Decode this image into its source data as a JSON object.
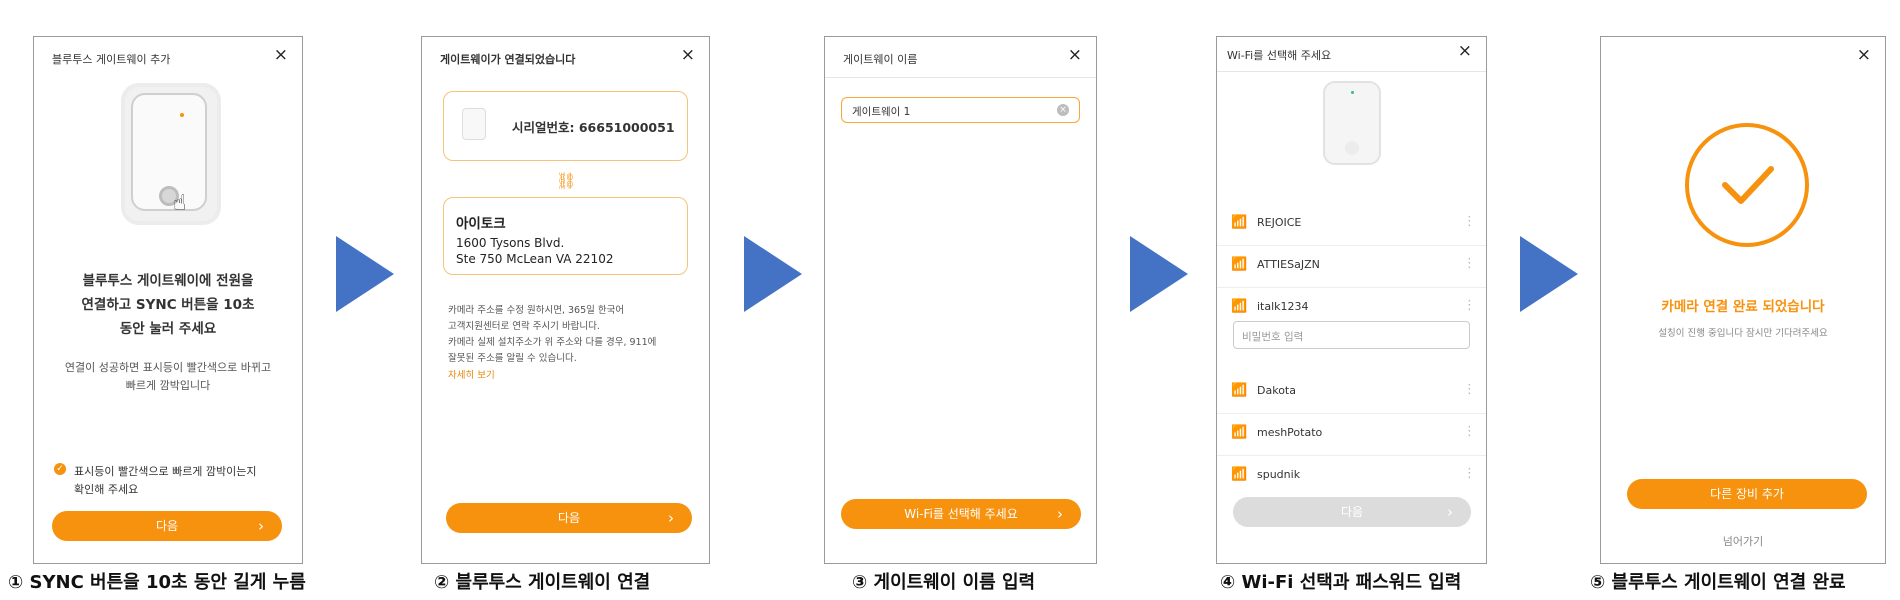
{
  "screen1": {
    "title": "블루투스 게이트웨이 추가",
    "close": "×",
    "main_msg_1": "블루투스 게이트웨이에 전원을",
    "main_msg_2": "연결하고 SYNC 버튼을 10초",
    "main_msg_3": "동안 눌러 주세요",
    "sub_msg_1": "연결이 성공하면 표시등이 빨간색으로 바뀌고",
    "sub_msg_2": "빠르게 깜박입니다",
    "check_1": "표시등이 빨간색으로 빠르게 깜박이는지",
    "check_2": "확인해 주세요",
    "next": "다음"
  },
  "screen2": {
    "title": "게이트웨이가 연결되었습니다",
    "close": "×",
    "serial": "시리얼번호: 66651000051",
    "addr_name": "아이토크",
    "addr_line1": "1600 Tysons Blvd.",
    "addr_line2": "Ste 750 McLean VA 22102",
    "notice_1": "카메라 주소를 수정 원하시면, 365일 한국어",
    "notice_2": "고객지원센터로 연락 주시기 바랍니다.",
    "notice_3": "카메라 실제 설치주소가 위 주소와 다를 경우, 911에",
    "notice_4": "잘못된 주소를 알릴 수 있습니다.",
    "more": "자세히 보기",
    "next": "다음"
  },
  "screen3": {
    "title": "게이트웨이 이름",
    "close": "×",
    "name_value": "게이트웨이 1",
    "wifi_btn": "Wi-Fi를 선택해 주세요"
  },
  "screen4": {
    "title": "Wi-Fi를 선택해 주세요",
    "close": "×",
    "networks_top": [
      "REJOICE",
      "ATTIESaJZN",
      "italk1234"
    ],
    "password_placeholder": "비밀번호 입력",
    "networks_bottom": [
      "Dakota",
      "meshPotato",
      "spudnik"
    ],
    "next": "다음"
  },
  "screen5": {
    "close": "×",
    "done": "카메라 연결 완료 되었습니다",
    "done_sub": "설칭이 진행 중입니다 잠시만 기다려주세요",
    "add_more": "다른 장비 추가",
    "skip": "넘어가기"
  },
  "captions": [
    "① SYNC 버튼을 10초 동안 길게 누름",
    "② 블루투스 게이트웨이 연결",
    "③ 게이트웨이 이름 입력",
    "④ Wi-Fi 선택과 패스워드 입력",
    "⑤ 블루투스 게이트웨이 연결 완료"
  ],
  "colors": {
    "accent": "#f7920f",
    "arrow": "#4472c4",
    "disabled": "#dcdcdc"
  },
  "icons": {
    "close": "close-icon",
    "chevron": "chevron-right-icon",
    "wifi": "wifi-icon",
    "link": "link-icon",
    "check": "checkmark-icon",
    "clear": "clear-icon"
  }
}
